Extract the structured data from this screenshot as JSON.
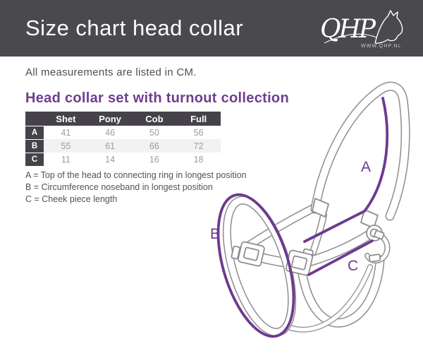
{
  "header": {
    "title": "Size chart head collar",
    "logo": {
      "brand": "QHP",
      "url_label": "WWW.QHP.NL"
    }
  },
  "intro": "All measurements are listed in CM.",
  "section": {
    "title": "Head collar set with turnout collection"
  },
  "size_table": {
    "columns": [
      "Shet",
      "Pony",
      "Cob",
      "Full"
    ],
    "rows": [
      {
        "label": "A",
        "values": [
          "41",
          "46",
          "50",
          "56"
        ]
      },
      {
        "label": "B",
        "values": [
          "55",
          "61",
          "66",
          "72"
        ]
      },
      {
        "label": "C",
        "values": [
          "11",
          "14",
          "16",
          "18"
        ]
      }
    ]
  },
  "legend": [
    "A = Top of the head to connecting ring in longest position",
    "B = Circumference noseband in longest position",
    "C = Cheek piece length"
  ],
  "diagram": {
    "labels": {
      "a": "A",
      "b": "B",
      "c": "C"
    }
  },
  "colors": {
    "header_bg": "#4a494e",
    "table_header_bg": "#454349",
    "row_stripe": "#f2f2f2",
    "accent_purple": "#6f3d91",
    "annotation_purple": "#6d3a8f",
    "line_art_gray": "#8e8e90",
    "value_text": "#9c9b9e"
  }
}
